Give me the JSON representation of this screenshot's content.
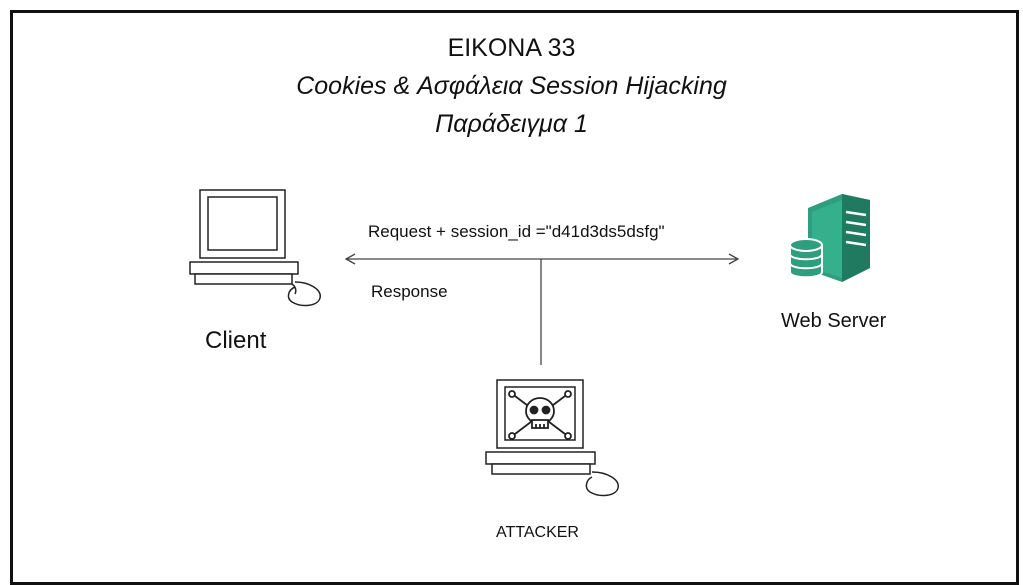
{
  "figure": {
    "title_line1": "EIKONA 33",
    "title_line2": "Cookies & Ασφάλεια Session Hijacking",
    "title_line3": "Παράδειγμα 1"
  },
  "labels": {
    "request": "Request + session_id =\"d41d3ds5dsfg\"",
    "response": "Response",
    "client": "Client",
    "server": "Web Server",
    "attacker": "ATTACKER"
  },
  "colors": {
    "server": "#2e9e7e",
    "server_dark": "#1f7a5f",
    "outline": "#222222"
  },
  "icons": {
    "client": "computer-icon",
    "server": "server-database-icon",
    "attacker": "skull-crossbones-computer-icon"
  }
}
